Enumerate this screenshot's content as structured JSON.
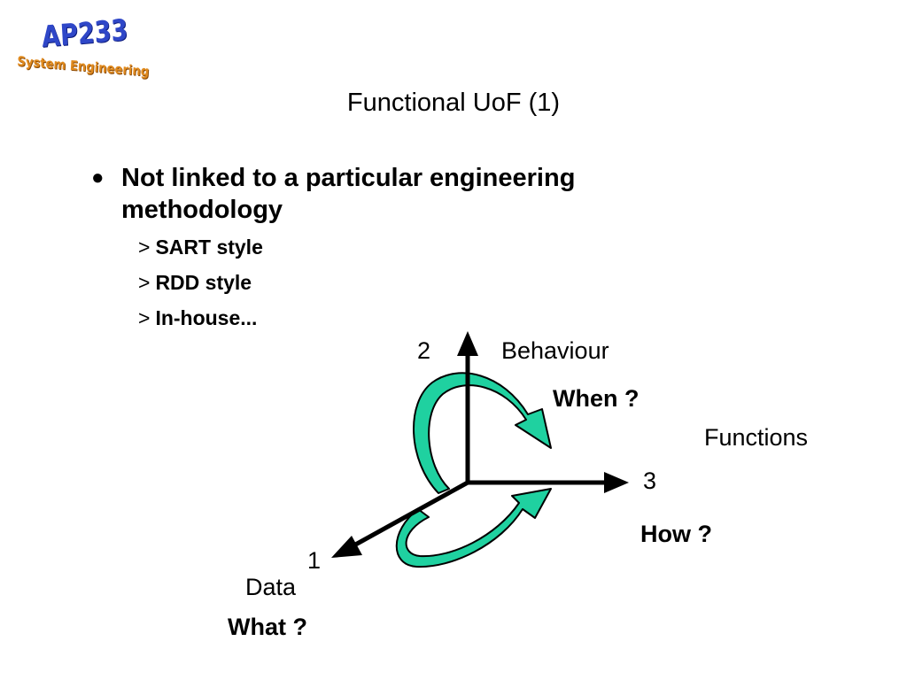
{
  "logo": {
    "main": "AP233",
    "sub": "System Engineering"
  },
  "slide": {
    "title": "Functional UoF (1)",
    "bullet": "Not linked to a particular engineering methodology",
    "sub_items": [
      {
        "marker": ">",
        "text": "SART style"
      },
      {
        "marker": ">",
        "text": "RDD style"
      },
      {
        "marker": ">",
        "text": "In-house..."
      }
    ]
  },
  "diagram": {
    "axis_up_number": "2",
    "axis_up_label": "Behaviour",
    "axis_up_question": "When ?",
    "axis_right_number": "3",
    "axis_right_label": "Functions",
    "axis_right_question": "How ?",
    "axis_down_number": "1",
    "axis_down_label": "Data",
    "axis_down_question": "What ?",
    "colors": {
      "arrow_fill": "#1fd1a0",
      "arrow_stroke": "#000000",
      "axis": "#000000"
    }
  }
}
